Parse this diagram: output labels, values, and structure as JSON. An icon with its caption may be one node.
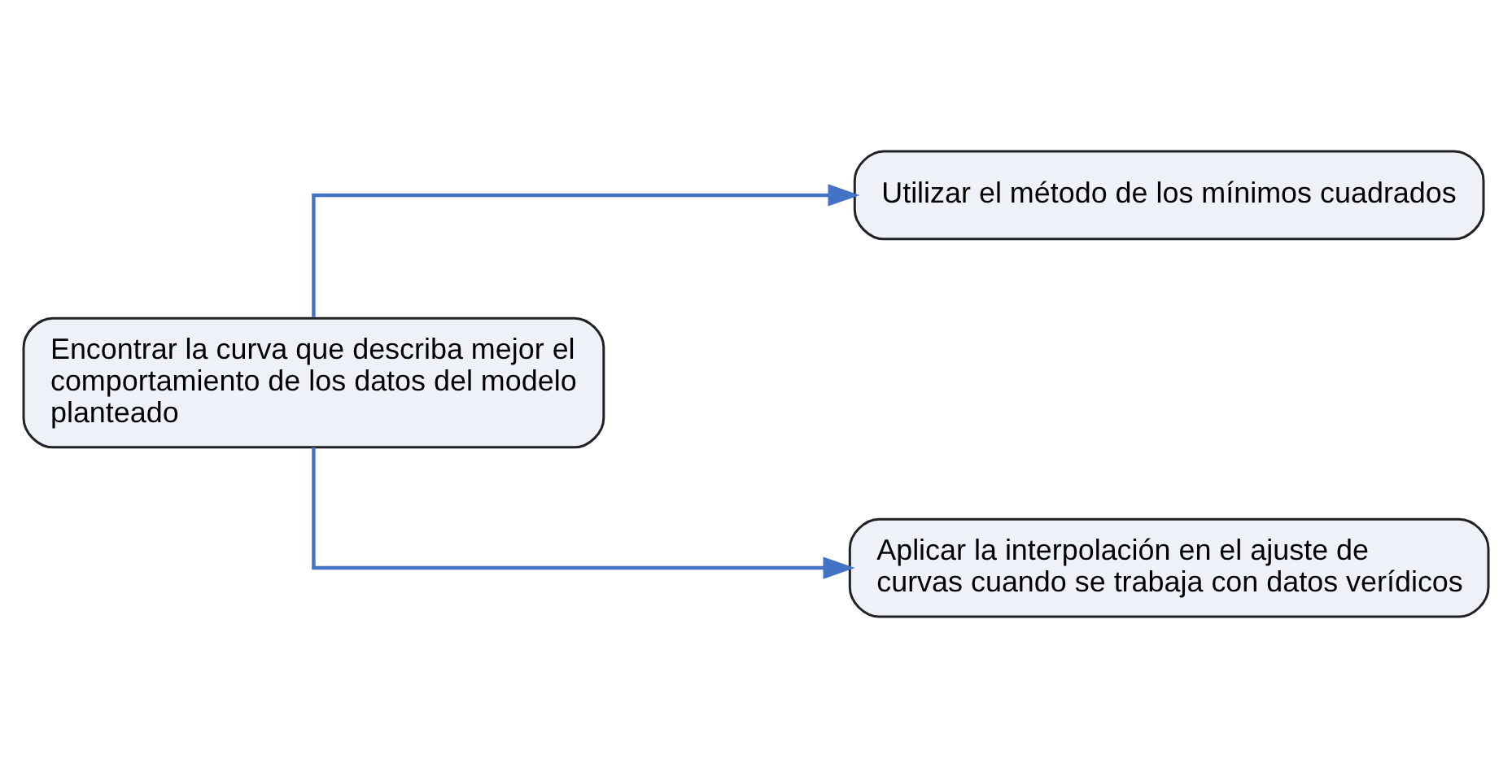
{
  "diagram": {
    "nodes": [
      {
        "text": [
          "Encontrar la curva que describa mejor el comportamiento de los datos del modelo planteado"
        ]
      },
      {
        "text": [
          "Utilizar el método de los mínimos cuadrados"
        ]
      },
      {
        "text": [
          "Aplicar la interpolación en el ajuste de curvas cuando se trabaja con datos verídicos"
        ]
      }
    ],
    "edges": [
      {
        "from": 0,
        "to": 1,
        "arrow": "to"
      },
      {
        "from": 0,
        "to": 2,
        "arrow": "to"
      }
    ]
  }
}
